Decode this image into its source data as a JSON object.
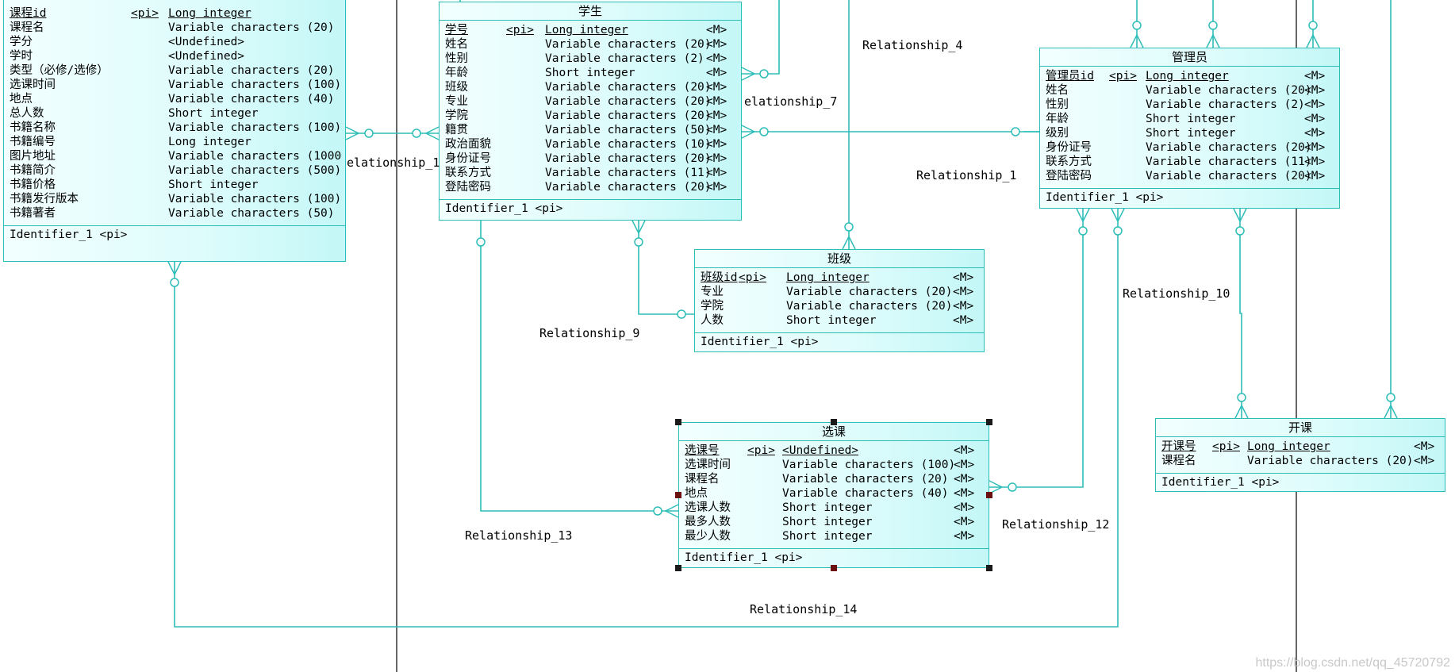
{
  "entities": {
    "course": {
      "title": "",
      "attributes": [
        {
          "name": "课程id",
          "key": "<pi>",
          "type": "Long integer",
          "mand": "",
          "pk": true
        },
        {
          "name": "课程名",
          "key": "",
          "type": "Variable characters (20)",
          "mand": ""
        },
        {
          "name": "学分",
          "key": "",
          "type": "<Undefined>",
          "mand": ""
        },
        {
          "name": "学时",
          "key": "",
          "type": "<Undefined>",
          "mand": ""
        },
        {
          "name": "类型（必修/选修）",
          "key": "",
          "type": "Variable characters (20)",
          "mand": ""
        },
        {
          "name": "选课时间",
          "key": "",
          "type": "Variable characters (100)",
          "mand": ""
        },
        {
          "name": "地点",
          "key": "",
          "type": "Variable characters (40)",
          "mand": ""
        },
        {
          "name": "总人数",
          "key": "",
          "type": "Short integer",
          "mand": ""
        },
        {
          "name": "书籍名称",
          "key": "",
          "type": "Variable characters (100)",
          "mand": ""
        },
        {
          "name": "书籍编号",
          "key": "",
          "type": "Long integer",
          "mand": ""
        },
        {
          "name": "图片地址",
          "key": "",
          "type": "Variable characters (1000",
          "mand": ""
        },
        {
          "name": "书籍简介",
          "key": "",
          "type": "Variable characters (500)",
          "mand": ""
        },
        {
          "name": "书籍价格",
          "key": "",
          "type": "Short integer",
          "mand": ""
        },
        {
          "name": "书籍发行版本",
          "key": "",
          "type": "Variable characters (100)",
          "mand": ""
        },
        {
          "name": "书籍著者",
          "key": "",
          "type": "Variable characters (50)",
          "mand": ""
        }
      ],
      "identifier": "Identifier_1 <pi>"
    },
    "student": {
      "title": "学生",
      "attributes": [
        {
          "name": "学号",
          "key": "<pi>",
          "type": "Long integer",
          "mand": "<M>",
          "pk": true
        },
        {
          "name": "姓名",
          "key": "",
          "type": "Variable characters (20)",
          "mand": "<M>"
        },
        {
          "name": "性别",
          "key": "",
          "type": "Variable characters (2)",
          "mand": "<M>"
        },
        {
          "name": "年龄",
          "key": "",
          "type": "Short integer",
          "mand": "<M>"
        },
        {
          "name": "班级",
          "key": "",
          "type": "Variable characters (20)",
          "mand": "<M>"
        },
        {
          "name": "专业",
          "key": "",
          "type": "Variable characters (20)",
          "mand": "<M>"
        },
        {
          "name": "学院",
          "key": "",
          "type": "Variable characters (20)",
          "mand": "<M>"
        },
        {
          "name": "籍贯",
          "key": "",
          "type": "Variable characters (50)",
          "mand": "<M>"
        },
        {
          "name": "政治面貌",
          "key": "",
          "type": "Variable characters (10)",
          "mand": "<M>"
        },
        {
          "name": "身份证号",
          "key": "",
          "type": "Variable characters (20)",
          "mand": "<M>"
        },
        {
          "name": "联系方式",
          "key": "",
          "type": "Variable characters (11)",
          "mand": "<M>"
        },
        {
          "name": "登陆密码",
          "key": "",
          "type": "Variable characters (20)",
          "mand": "<M>"
        }
      ],
      "identifier": "Identifier_1 <pi>"
    },
    "admin": {
      "title": "管理员",
      "attributes": [
        {
          "name": "管理员id",
          "key": "<pi>",
          "type": "Long integer",
          "mand": "<M>",
          "pk": true
        },
        {
          "name": "姓名",
          "key": "",
          "type": "Variable characters (20)",
          "mand": "<M>"
        },
        {
          "name": "性别",
          "key": "",
          "type": "Variable characters (2)",
          "mand": "<M>"
        },
        {
          "name": "年龄",
          "key": "",
          "type": "Short integer",
          "mand": "<M>"
        },
        {
          "name": "级别",
          "key": "",
          "type": "Short integer",
          "mand": "<M>"
        },
        {
          "name": "身份证号",
          "key": "",
          "type": "Variable characters (20)",
          "mand": "<M>"
        },
        {
          "name": "联系方式",
          "key": "",
          "type": "Variable characters (11)",
          "mand": "<M>"
        },
        {
          "name": "登陆密码",
          "key": "",
          "type": "Variable characters (20)",
          "mand": "<M>"
        }
      ],
      "identifier": "Identifier_1 <pi>"
    },
    "class": {
      "title": "班级",
      "attributes": [
        {
          "name": "班级id",
          "key": "<pi>",
          "type": "Long integer",
          "mand": "<M>",
          "pk": true
        },
        {
          "name": "专业",
          "key": "",
          "type": "Variable characters (20)",
          "mand": "<M>"
        },
        {
          "name": "学院",
          "key": "",
          "type": "Variable characters (20)",
          "mand": "<M>"
        },
        {
          "name": "人数",
          "key": "",
          "type": "Short integer",
          "mand": "<M>"
        }
      ],
      "identifier": "Identifier_1 <pi>"
    },
    "selection": {
      "title": "选课",
      "attributes": [
        {
          "name": "选课号",
          "key": "<pi>",
          "type": "<Undefined>",
          "mand": "<M>",
          "pk": true
        },
        {
          "name": "选课时间",
          "key": "",
          "type": "Variable characters (100)",
          "mand": "<M>"
        },
        {
          "name": "课程名",
          "key": "",
          "type": "Variable characters (20)",
          "mand": "<M>"
        },
        {
          "name": "地点",
          "key": "",
          "type": "Variable characters (40)",
          "mand": "<M>"
        },
        {
          "name": "选课人数",
          "key": "",
          "type": "Short integer",
          "mand": "<M>"
        },
        {
          "name": "最多人数",
          "key": "",
          "type": "Short integer",
          "mand": "<M>"
        },
        {
          "name": "最少人数",
          "key": "",
          "type": "Short integer",
          "mand": "<M>"
        }
      ],
      "identifier": "Identifier_1 <pi>"
    },
    "offering": {
      "title": "开课",
      "attributes": [
        {
          "name": "开课号",
          "key": "<pi>",
          "type": "Long integer",
          "mand": "<M>",
          "pk": true
        },
        {
          "name": "课程名",
          "key": "",
          "type": "Variable characters (20)",
          "mand": "<M>"
        }
      ],
      "identifier": "Identifier_1 <pi>"
    }
  },
  "relationships": {
    "r4": "Relationship_4",
    "r7": "elationship_7",
    "r1_left": "elationship_1",
    "r1_right": "Relationship_1",
    "r9": "Relationship_9",
    "r10": "Relationship_10",
    "r12": "Relationship_12",
    "r13": "Relationship_13",
    "r14": "Relationship_14"
  },
  "watermark": "https://blog.csdn.net/qq_45720792",
  "colors": {
    "line": "#2dbdb8",
    "entity_fill": "#dffcfc",
    "border": "#2dbdb8"
  }
}
